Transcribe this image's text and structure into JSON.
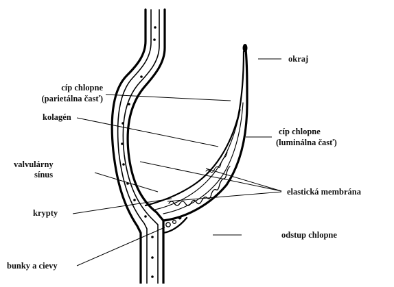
{
  "labels": {
    "okraj": "okraj",
    "cip_parietal_line1": "cíp chlopne",
    "cip_parietal_line2": "(parietálna časť)",
    "kolagen": "kolagén",
    "cip_luminal_line1": "cíp chlopne",
    "cip_luminal_line2": "(luminálna časť)",
    "valvularny_line1": "valvulárny",
    "valvularny_line2": "sínus",
    "elasticka": "elastická membrána",
    "krypty": "krypty",
    "odstup": "odstup chlopne",
    "bunky": "bunky a cievy"
  }
}
